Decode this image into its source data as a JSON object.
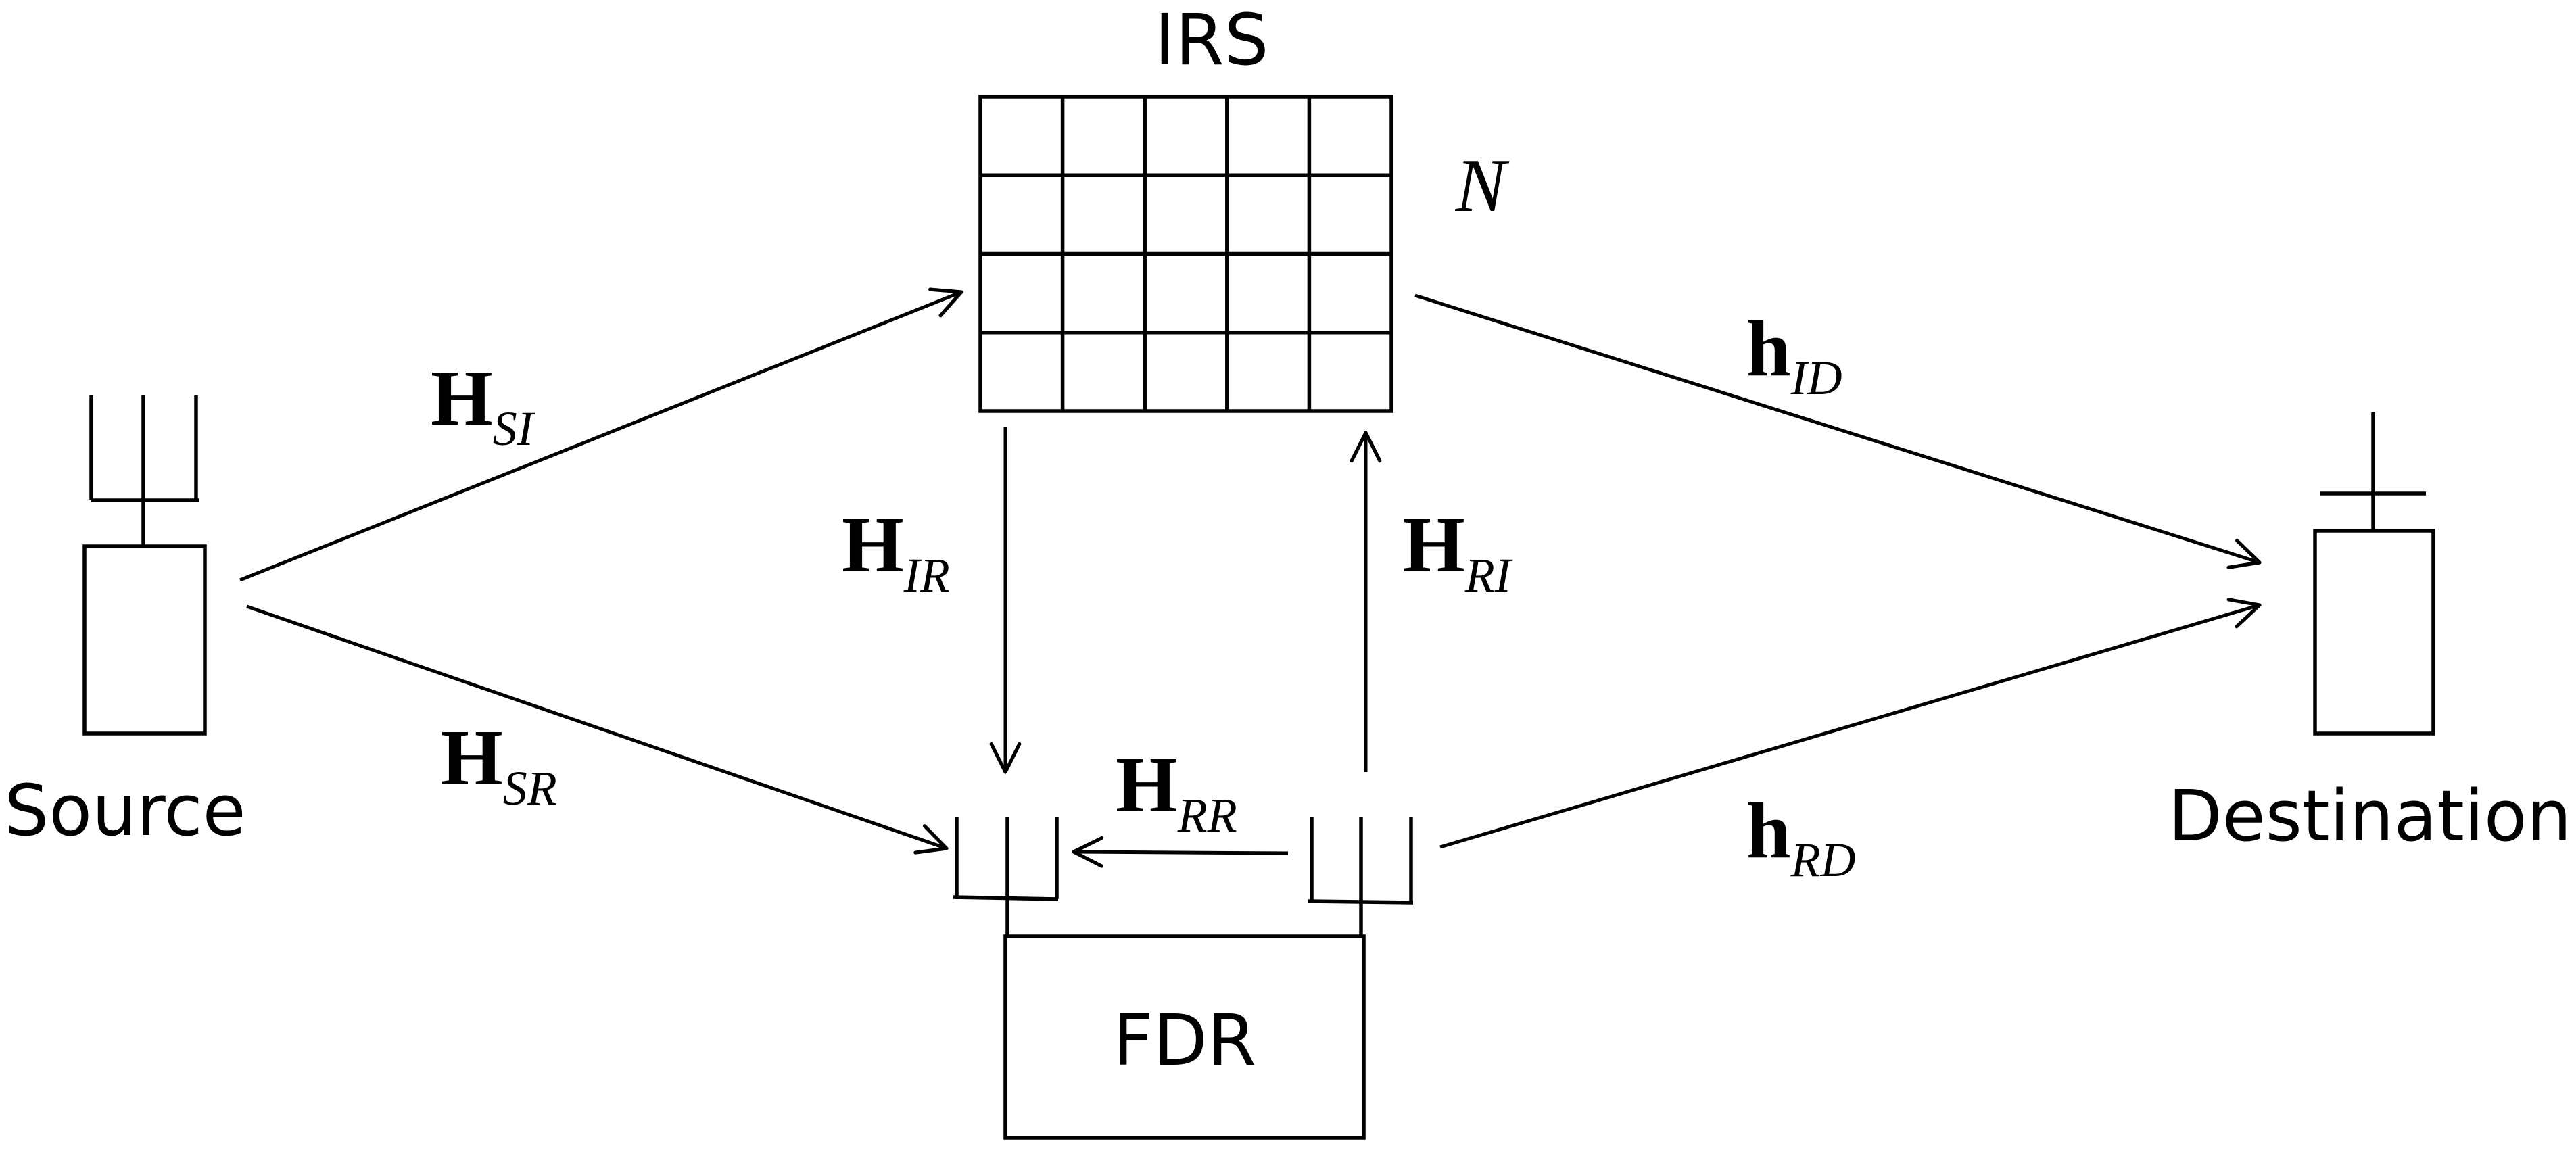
{
  "nodes": {
    "source": "Source",
    "irs": "IRS",
    "irs_elements": "N",
    "fdr": "FDR",
    "destination": "Destination"
  },
  "channels": {
    "h_si": {
      "main": "H",
      "sub": "SI"
    },
    "h_sr": {
      "main": "H",
      "sub": "SR"
    },
    "h_ir": {
      "main": "H",
      "sub": "IR"
    },
    "h_ri": {
      "main": "H",
      "sub": "RI"
    },
    "h_rr": {
      "main": "H",
      "sub": "RR"
    },
    "h_id": {
      "main": "h",
      "sub": "ID"
    },
    "h_rd": {
      "main": "h",
      "sub": "RD"
    }
  },
  "irs_grid": {
    "rows": 4,
    "cols": 5
  }
}
